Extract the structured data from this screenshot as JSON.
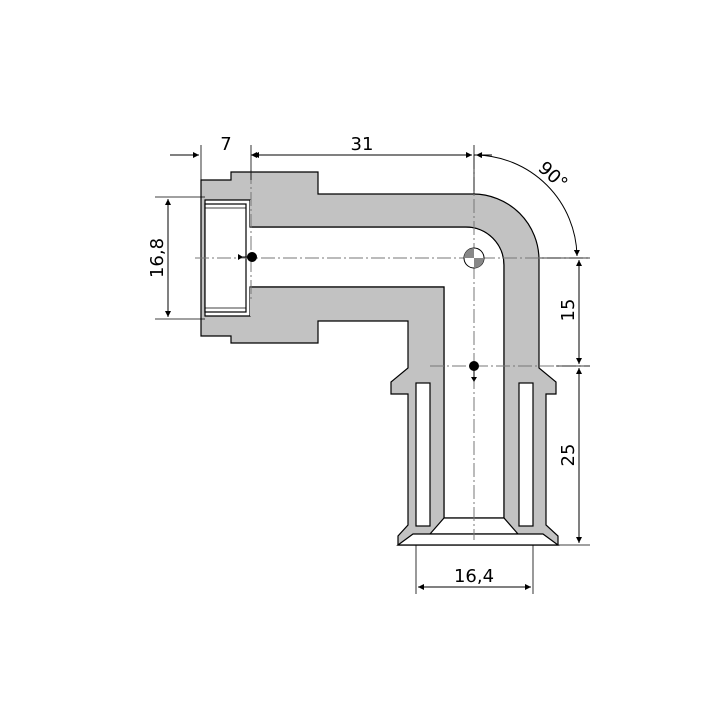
{
  "dimensions": {
    "top_left": "7",
    "top_right": "31",
    "angle": "90°",
    "left_height": "16,8",
    "right_upper": "15",
    "right_lower": "25",
    "bottom_width": "16,4"
  },
  "colors": {
    "body": "#c2c2c2",
    "outline": "#000000",
    "background": "#ffffff",
    "centerline": "#777777"
  }
}
